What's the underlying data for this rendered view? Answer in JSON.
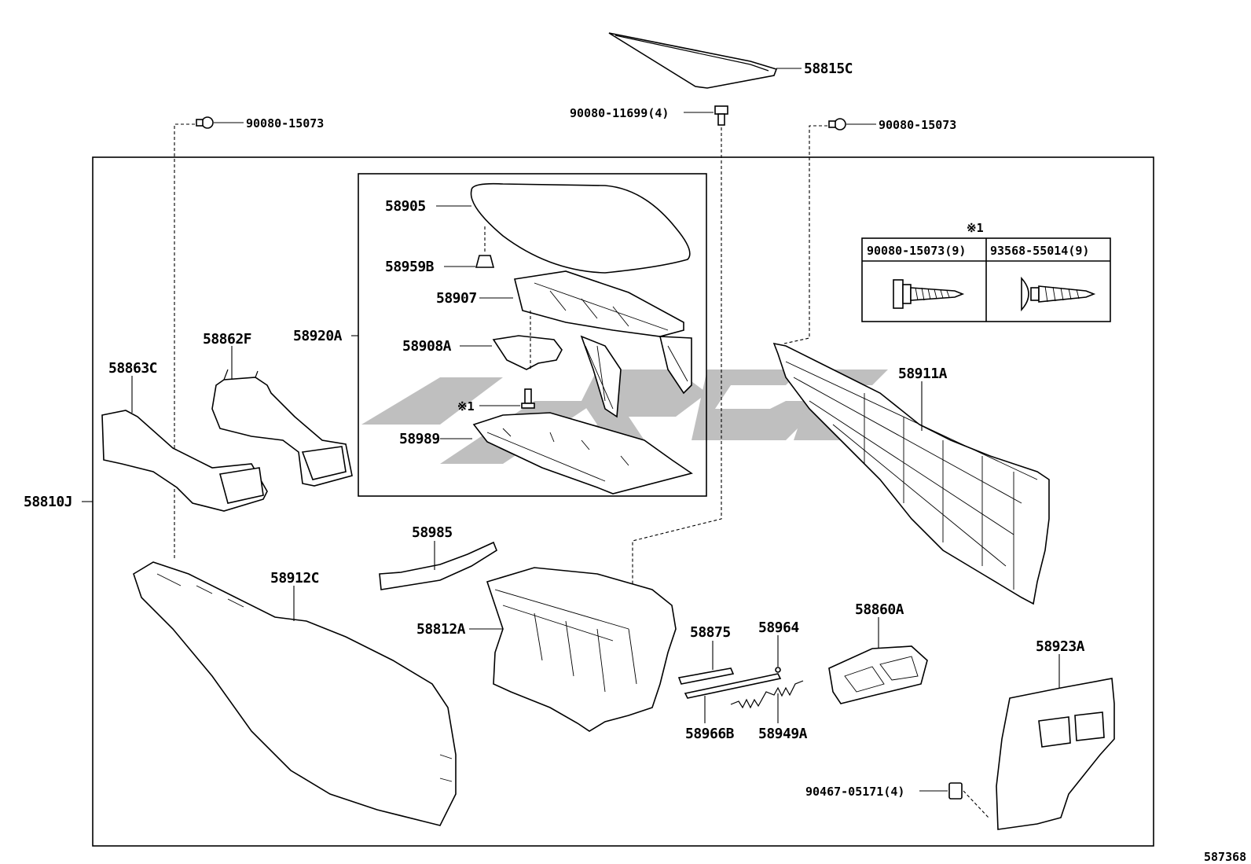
{
  "labels": {
    "p58815C": "58815C",
    "p90080_11699": "90080-11699(4)",
    "p90080_15073_left": "90080-15073",
    "p90080_15073_right": "90080-15073",
    "p58905": "58905",
    "p58959B": "58959B",
    "p58907": "58907",
    "p58920A": "58920A",
    "p58908A": "58908A",
    "p_note1": "※1",
    "p58989": "58989",
    "p58862F": "58862F",
    "p58863C": "58863C",
    "p58810J": "58810J",
    "p58911A": "58911A",
    "p58985": "58985",
    "p58912C": "58912C",
    "p58812A": "58812A",
    "p58875": "58875",
    "p58964": "58964",
    "p58966B": "58966B",
    "p58949A": "58949A",
    "p58860A": "58860A",
    "p58923A": "58923A",
    "p90467_05171": "90467-05171(4)",
    "figure_number": "587368"
  },
  "fastener_table": {
    "title": "※1",
    "col1": "90080-15073(9)",
    "col2": "93568-55014(9)"
  },
  "icons": {
    "bolt": "hex-bolt-icon",
    "screw": "round-head-screw-icon",
    "clip": "clip-icon",
    "watermark": "brand-watermark"
  },
  "colors": {
    "line": "#000000",
    "background": "#ffffff",
    "watermark": "#b4b4b4"
  }
}
